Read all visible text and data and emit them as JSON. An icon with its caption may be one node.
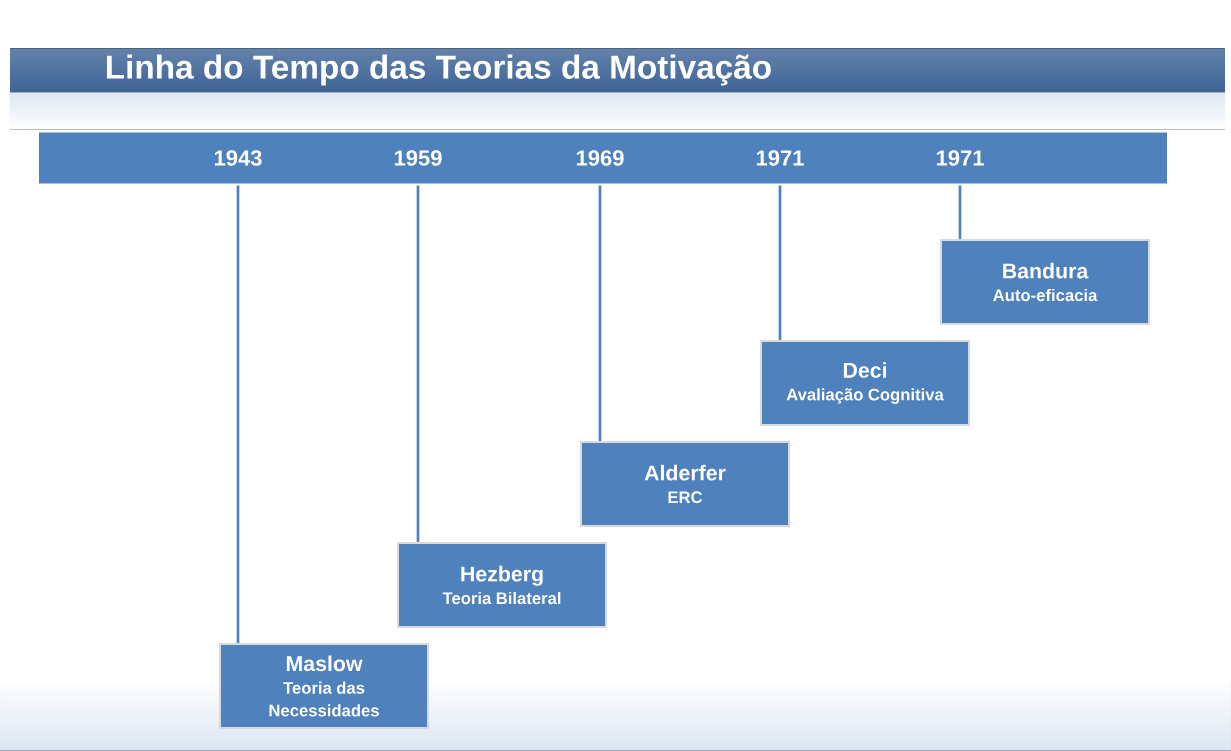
{
  "diagram": {
    "title": "Linha do Tempo das Teorias da Motivação",
    "nodes": [
      {
        "text": [],
        "shape": "bar"
      },
      {
        "text": [
          "1943"
        ],
        "in": 0
      },
      {
        "text": [
          "1959"
        ],
        "in": 0
      },
      {
        "text": [
          "1969"
        ],
        "in": 0
      },
      {
        "text": [
          "1971"
        ],
        "in": 0
      },
      {
        "text": [
          "1971"
        ],
        "in": 0
      },
      {
        "text": [
          "Maslow",
          "Teoria das Necessidades"
        ]
      },
      {
        "text": [
          "Hezberg",
          "Teoria Bilateral"
        ]
      },
      {
        "text": [
          "Alderfer",
          "ERC"
        ]
      },
      {
        "text": [
          "Deci",
          "Avaliação Cognitiva"
        ]
      },
      {
        "text": [
          "Bandura",
          "Auto-eficacia"
        ]
      }
    ],
    "edges": [
      {
        "from": 1,
        "to": 6,
        "arrow": "none"
      },
      {
        "from": 2,
        "to": 7,
        "arrow": "none"
      },
      {
        "from": 3,
        "to": 8,
        "arrow": "none"
      },
      {
        "from": 4,
        "to": 9,
        "arrow": "none"
      },
      {
        "from": 5,
        "to": 10,
        "arrow": "none"
      }
    ]
  }
}
